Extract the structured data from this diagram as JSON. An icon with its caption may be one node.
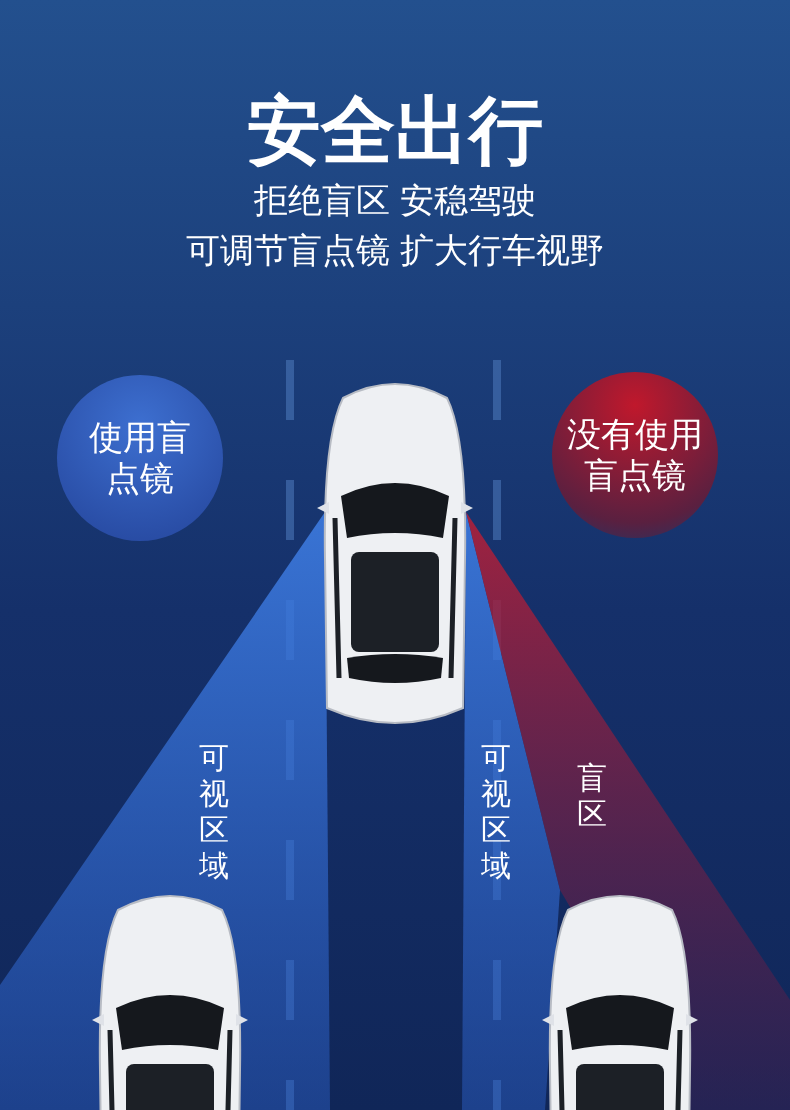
{
  "diagram": {
    "title": "安全出行",
    "nodes": [
      {
        "text": [
          "使用盲点镜"
        ]
      },
      {
        "text": [
          "没有使用盲点镜"
        ]
      },
      {
        "text": [
          "可视区域"
        ]
      },
      {
        "text": [
          "可视区域"
        ]
      },
      {
        "text": [
          "盲区"
        ]
      }
    ],
    "labels": [
      "拒绝盲区 安稳驾驶",
      "可调节盲点镜 扩大行车视野"
    ]
  }
}
